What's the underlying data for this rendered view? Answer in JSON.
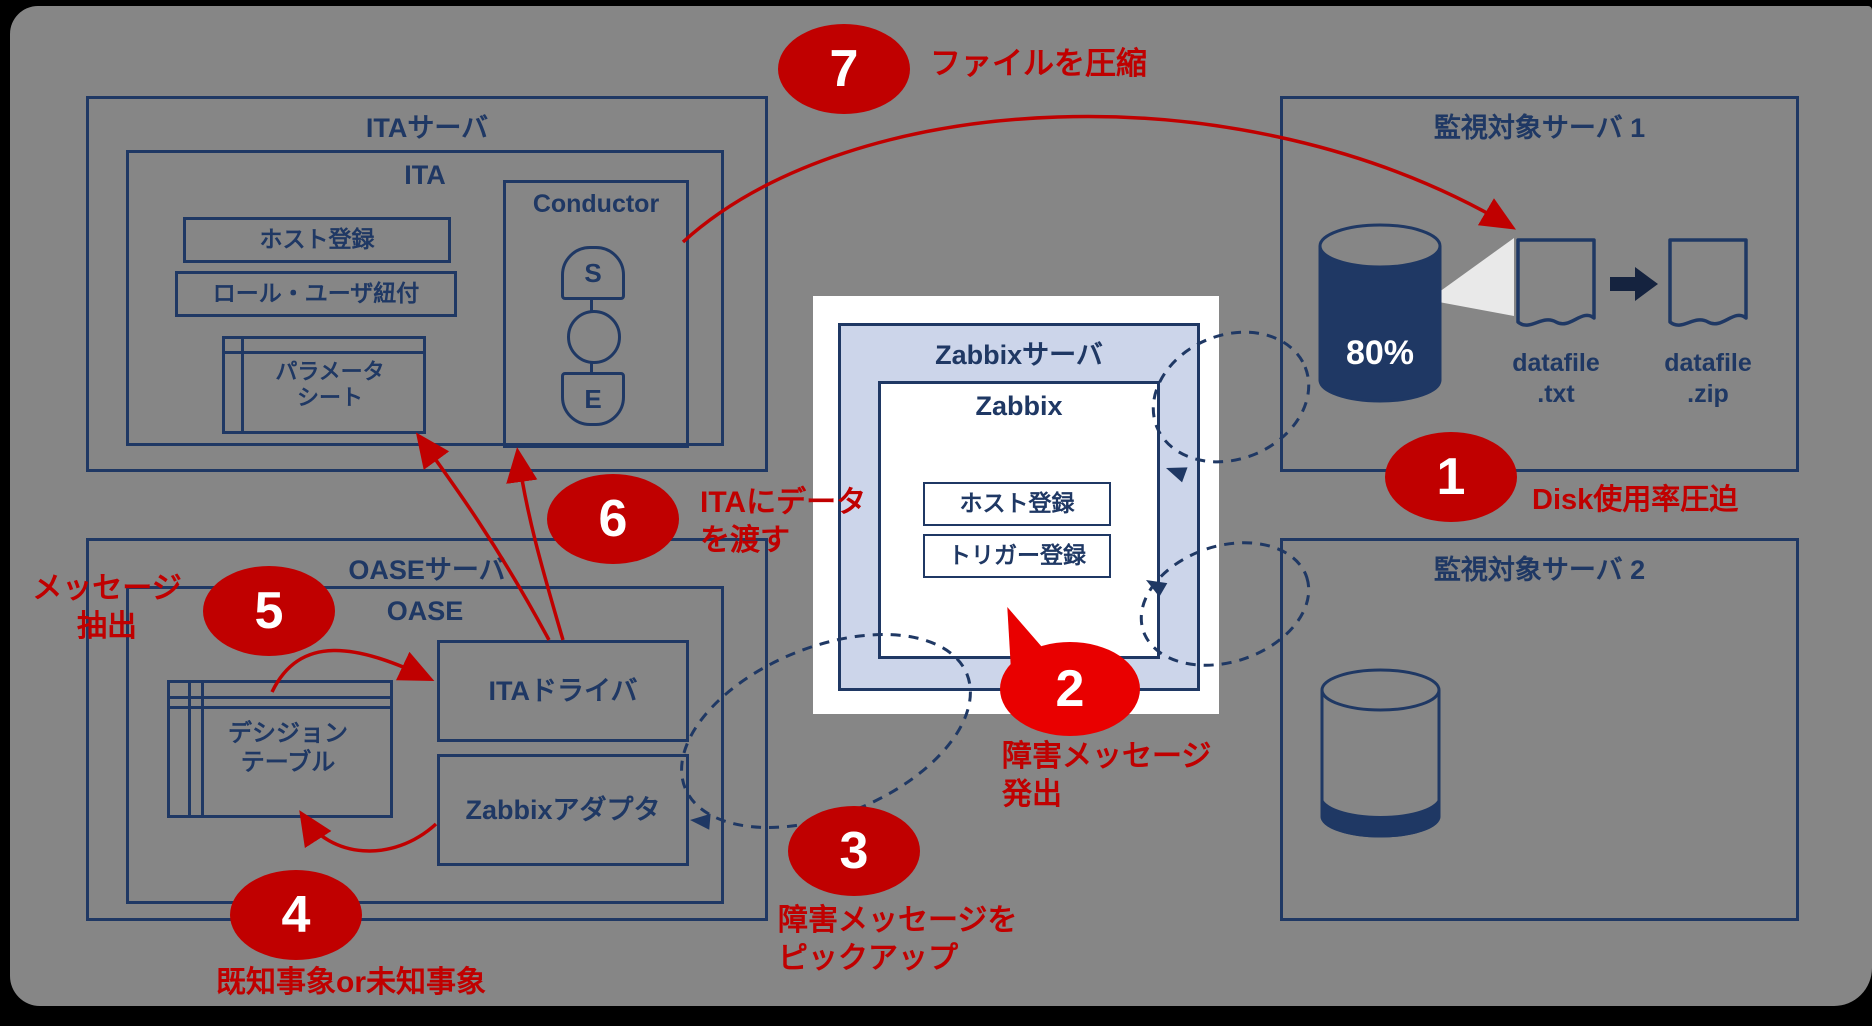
{
  "colors": {
    "navy": "#1f3864",
    "dark_red": "#c00000",
    "bright_red": "#e90000",
    "background_gray": "#868686",
    "zabbix_panel_fill": "#ccd5ea"
  },
  "ita_server": {
    "title": "ITAサーバ",
    "inner_title": "ITA",
    "host_registration": "ホスト登録",
    "role_user_link": "ロール・ユーザ紐付",
    "parameter_sheet_line1": "パラメータ",
    "parameter_sheet_line2": "シート",
    "conductor": {
      "title": "Conductor",
      "start": "S",
      "end": "E"
    }
  },
  "monitored_server_1": {
    "title": "監視対象サーバ 1",
    "disk_usage": "80%",
    "datafile_txt_line1": "datafile",
    "datafile_txt_line2": ".txt",
    "datafile_zip_line1": "datafile",
    "datafile_zip_line2": ".zip",
    "transform_arrow_icon": "right-arrow"
  },
  "zabbix_server": {
    "title": "Zabbixサーバ",
    "inner_title": "Zabbix",
    "host_registration": "ホスト登録",
    "trigger_registration": "トリガー登録"
  },
  "oase_server": {
    "title": "OASEサーバ",
    "inner_title": "OASE",
    "decision_table_line1": "デシジョン",
    "decision_table_line2": "テーブル",
    "ita_driver": "ITAドライバ",
    "zabbix_adapter": "Zabbixアダプタ"
  },
  "monitored_server_2": {
    "title": "監視対象サーバ 2"
  },
  "steps": {
    "s1": {
      "num": "1",
      "label": "Disk使用率圧迫"
    },
    "s2": {
      "num": "2",
      "line1": "障害メッセージ",
      "line2": "発出"
    },
    "s3": {
      "num": "3",
      "line1": "障害メッセージを",
      "line2": "ピックアップ"
    },
    "s4": {
      "num": "4",
      "label": "既知事象or未知事象"
    },
    "s5": {
      "num": "5",
      "line1": "メッセージ",
      "line2": "抽出"
    },
    "s6": {
      "num": "6",
      "line1": "ITAにデータ",
      "line2": "を渡す"
    },
    "s7": {
      "num": "7",
      "label": "ファイルを圧縮"
    }
  }
}
